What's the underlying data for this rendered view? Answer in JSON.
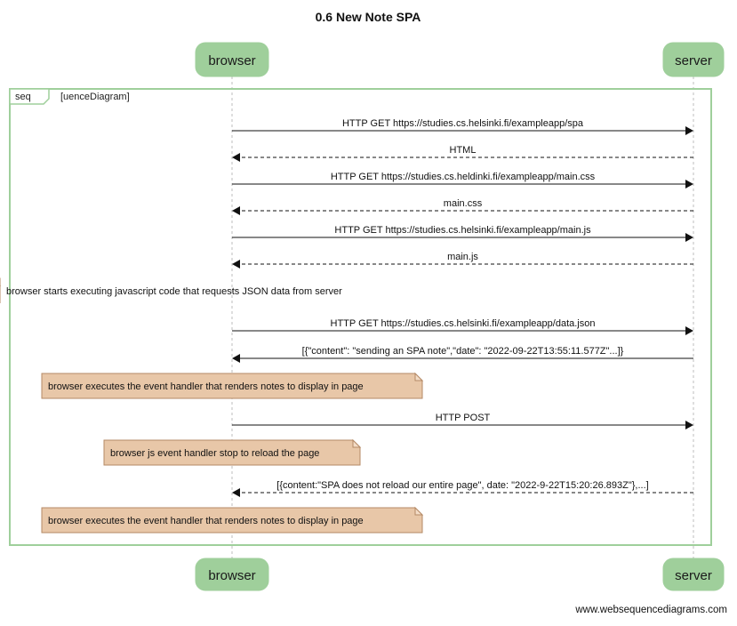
{
  "title": "0.6 New Note SPA",
  "participants": [
    {
      "id": "browser",
      "label": "browser"
    },
    {
      "id": "server",
      "label": "server"
    }
  ],
  "frame": {
    "tag": "seq",
    "condition": "[uenceDiagram]"
  },
  "events": [
    {
      "kind": "message",
      "from": "browser",
      "to": "server",
      "dashed": false,
      "label": "HTTP GET https://studies.cs.helsinki.fi/exampleapp/spa"
    },
    {
      "kind": "message",
      "from": "server",
      "to": "browser",
      "dashed": true,
      "label": "HTML"
    },
    {
      "kind": "message",
      "from": "browser",
      "to": "server",
      "dashed": false,
      "label": "HTTP GET https://studies.cs.heldinki.fi/exampleapp/main.css"
    },
    {
      "kind": "message",
      "from": "server",
      "to": "browser",
      "dashed": true,
      "label": "main.css"
    },
    {
      "kind": "message",
      "from": "browser",
      "to": "server",
      "dashed": false,
      "label": "HTTP GET https://studies.cs.helsinki.fi/exampleapp/main.js"
    },
    {
      "kind": "message",
      "from": "server",
      "to": "browser",
      "dashed": true,
      "label": "main.js"
    },
    {
      "kind": "note",
      "over": "browser",
      "label": "browser starts executing javascript code that requests JSON data from server"
    },
    {
      "kind": "message",
      "from": "browser",
      "to": "server",
      "dashed": false,
      "label": "HTTP GET https://studies.cs.helsinki.fi/exampleapp/data.json"
    },
    {
      "kind": "message",
      "from": "server",
      "to": "browser",
      "dashed": false,
      "label": "[{\"content\": \"sending an SPA note\",\"date\": \"2022-09-22T13:55:11.577Z\"...]}"
    },
    {
      "kind": "note",
      "over": "browser",
      "label": "browser executes the event handler that renders notes to display in page"
    },
    {
      "kind": "message",
      "from": "browser",
      "to": "server",
      "dashed": false,
      "label": "HTTP POST"
    },
    {
      "kind": "note",
      "over": "browser",
      "label": "browser js event handler stop to reload the page"
    },
    {
      "kind": "message",
      "from": "server",
      "to": "browser",
      "dashed": true,
      "label": "[{content:\"SPA does not reload our entire page\", date: \"2022-9-22T15:20:26.893Z\"},...]"
    },
    {
      "kind": "note",
      "over": "browser",
      "label": "browser executes the event handler that renders notes to display in page"
    }
  ],
  "footer": "www.websequencediagrams.com"
}
